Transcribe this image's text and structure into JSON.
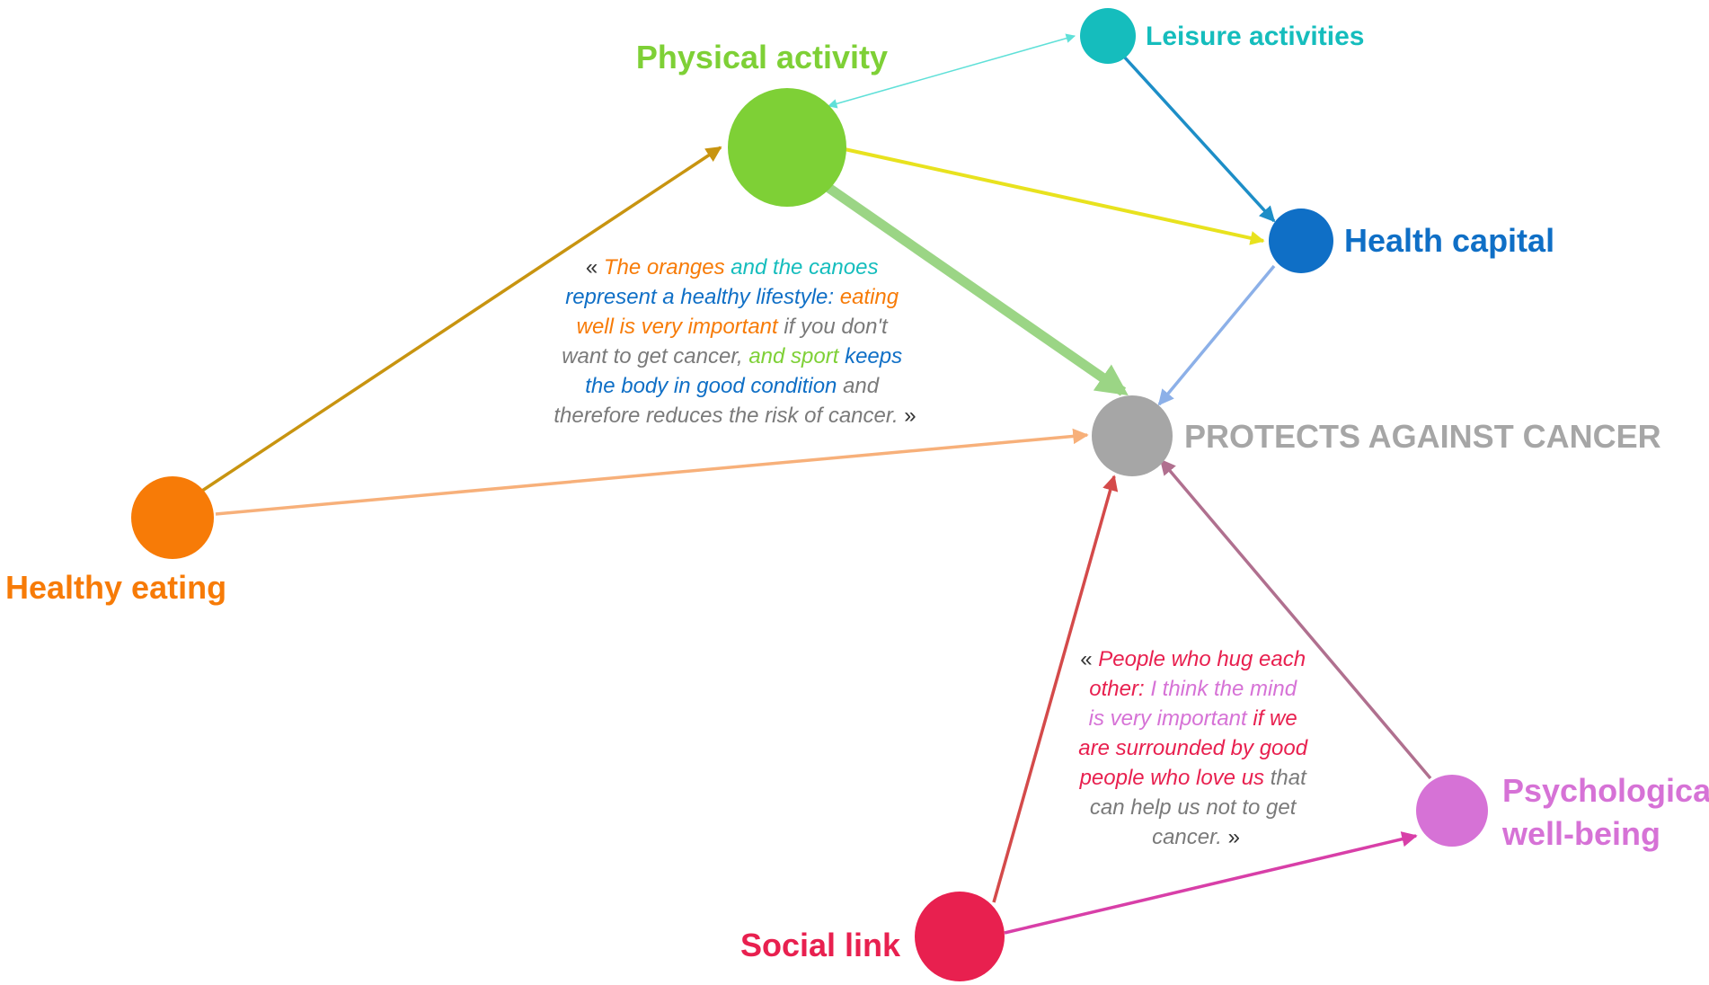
{
  "colors": {
    "physical_activity": "#7ed036",
    "leisure_activities": "#15bdbd",
    "health_capital": "#0f6fc6",
    "protects": "#a6a6a6",
    "healthy_eating": "#f77b07",
    "social_link": "#e8204f",
    "psychological": "#d672d6",
    "quote_gray": "#7a7a7a"
  },
  "nodes": {
    "physical_activity": {
      "label": "Physical activity"
    },
    "leisure_activities": {
      "label": "Leisure activities"
    },
    "health_capital": {
      "label": "Health capital"
    },
    "protects": {
      "label": "PROTECTS AGAINST CANCER"
    },
    "healthy_eating": {
      "label": "Healthy eating"
    },
    "social_link": {
      "label": "Social link"
    },
    "psychological": {
      "label_line1": "Psychological",
      "label_line2": "well-being"
    }
  },
  "quote1": {
    "l1a": "« ",
    "l1b": "The oranges",
    "l1c": " and the canoes",
    "l2a": "represent a healthy lifestyle: ",
    "l2b": "eating",
    "l3a": "well is very important",
    "l3b": " if you don't",
    "l4a": "want to get cancer, ",
    "l4b": "and sport",
    "l4c": " keeps",
    "l5a": "the body in good condition",
    "l5b": " and",
    "l6a": "therefore reduces the risk of cancer. ",
    "l6b": "»"
  },
  "quote2": {
    "l1a": "« ",
    "l1b": "People who hug each",
    "l2a": "other: ",
    "l2b": "I think the mind",
    "l3a": "is very important",
    "l3b": " if we",
    "l4": "are surrounded by good",
    "l5a": "people who love us",
    "l5b": " that",
    "l6": "can help us not to get",
    "l7a": "cancer. ",
    "l7b": "»"
  }
}
